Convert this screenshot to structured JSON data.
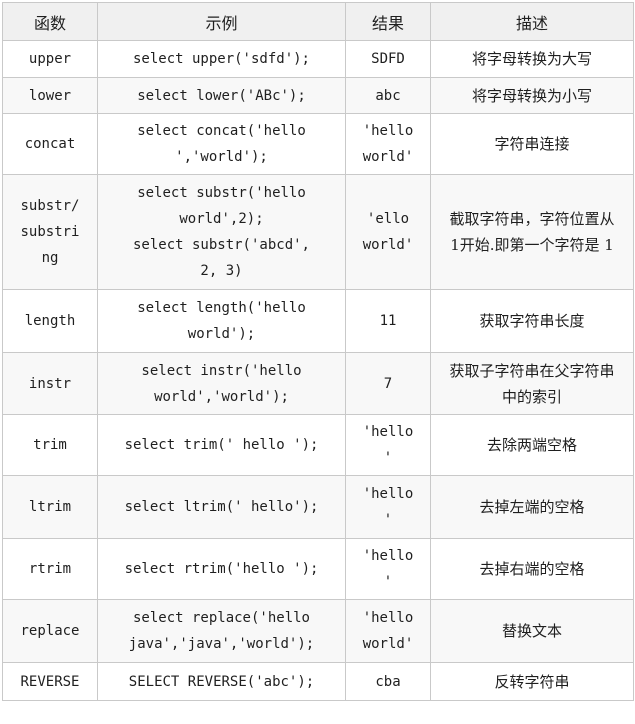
{
  "colors": {
    "border": "#c9c9c9",
    "header_bg": "#f0f0f0",
    "stripe_bg": "#f8f8f8",
    "text": "#1f1f1f"
  },
  "table": {
    "headers": [
      "函数",
      "示例",
      "结果",
      "描述"
    ],
    "rows": [
      {
        "function": "upper",
        "example": "select upper('sdfd');",
        "result": "SDFD",
        "description": "将字母转换为大写"
      },
      {
        "function": "lower",
        "example": "select lower('ABc');",
        "result": "abc",
        "description": "将字母转换为小写"
      },
      {
        "function": "concat",
        "example": "select concat('hello\n','world');",
        "result": "'hello\nworld'",
        "description": "字符串连接"
      },
      {
        "function": "substr/\nsubstri\nng",
        "example": "select substr('hello\nworld',2);\nselect substr('abcd',\n2, 3)",
        "result": "'ello\nworld'",
        "description": "截取字符串，字符位置从\n1开始.即第一个字符是 1"
      },
      {
        "function": "length",
        "example": "select length('hello\nworld');",
        "result": "11",
        "description": "获取字符串长度"
      },
      {
        "function": "instr",
        "example": "select instr('hello\nworld','world');",
        "result": "7",
        "description": "获取子字符串在父字符串\n中的索引"
      },
      {
        "function": "trim",
        "example": "select trim(' hello ');",
        "result": "'hello\n'",
        "description": "去除两端空格"
      },
      {
        "function": "ltrim",
        "example": "select ltrim(' hello');",
        "result": "'hello\n'",
        "description": "去掉左端的空格"
      },
      {
        "function": "rtrim",
        "example": "select rtrim('hello ');",
        "result": "'hello\n'",
        "description": "去掉右端的空格"
      },
      {
        "function": "replace",
        "example": "select replace('hello\njava','java','world');",
        "result": "'hello\nworld'",
        "description": "替换文本"
      },
      {
        "function": "REVERSE",
        "example": "SELECT REVERSE('abc');",
        "result": "cba",
        "description": "反转字符串"
      }
    ]
  }
}
